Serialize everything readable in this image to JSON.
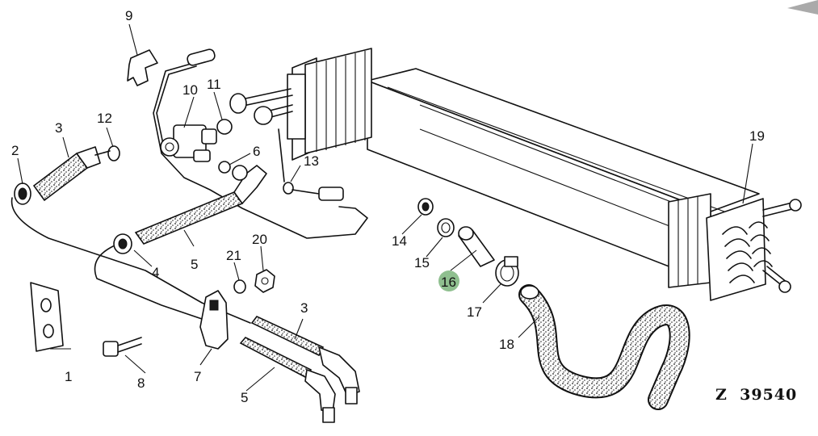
{
  "figure": {
    "code": "Z  39540",
    "highlight_color": "#8fbf8f",
    "callouts": [
      {
        "id": "c1",
        "label": "1"
      },
      {
        "id": "c2",
        "label": "2"
      },
      {
        "id": "c3a",
        "label": "3"
      },
      {
        "id": "c3b",
        "label": "3"
      },
      {
        "id": "c4",
        "label": "4"
      },
      {
        "id": "c5a",
        "label": "5"
      },
      {
        "id": "c5b",
        "label": "5"
      },
      {
        "id": "c6",
        "label": "6"
      },
      {
        "id": "c7",
        "label": "7"
      },
      {
        "id": "c8",
        "label": "8"
      },
      {
        "id": "c9",
        "label": "9"
      },
      {
        "id": "c10",
        "label": "10"
      },
      {
        "id": "c11",
        "label": "11"
      },
      {
        "id": "c12",
        "label": "12"
      },
      {
        "id": "c13",
        "label": "13"
      },
      {
        "id": "c14",
        "label": "14"
      },
      {
        "id": "c15",
        "label": "15"
      },
      {
        "id": "c16",
        "label": "16",
        "highlighted": true
      },
      {
        "id": "c17",
        "label": "17"
      },
      {
        "id": "c18",
        "label": "18"
      },
      {
        "id": "c19",
        "label": "19"
      },
      {
        "id": "c20",
        "label": "20"
      },
      {
        "id": "c21",
        "label": "21"
      }
    ]
  }
}
